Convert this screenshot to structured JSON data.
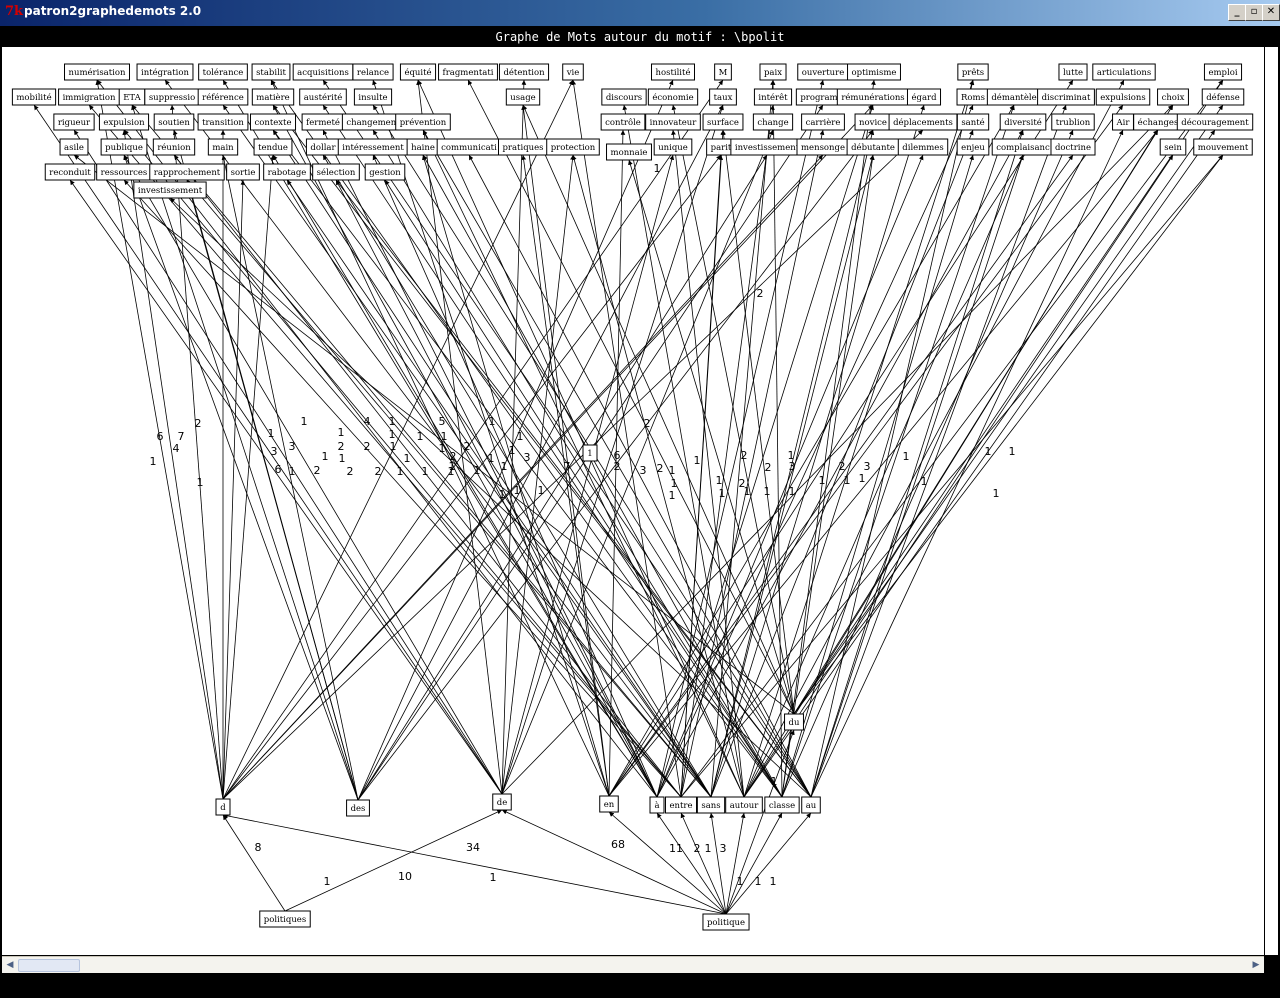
{
  "window": {
    "app_icon": "7k",
    "title": "patron2graphedemots 2.0",
    "minimize_icon": "minimize-icon",
    "maximize_icon": "maximize-icon",
    "close_icon": "close-icon",
    "graph_title": "Graphe de Mots autour du motif : \\bpolit"
  },
  "colors": {
    "titlebar_start": "#0a246a",
    "titlebar_end": "#a6caf0",
    "canvas": "#ffffff"
  },
  "nodes": [
    [
      "numérisation",
      95,
      72
    ],
    [
      "intégration",
      163,
      72
    ],
    [
      "tolérance",
      221,
      72
    ],
    [
      "stabilit",
      269,
      72
    ],
    [
      "acquisitions",
      321,
      72
    ],
    [
      "relance",
      371,
      72
    ],
    [
      "équité",
      416,
      72
    ],
    [
      "fragmentati",
      466,
      72
    ],
    [
      "détention",
      522,
      72
    ],
    [
      "vie",
      571,
      72
    ],
    [
      "hostilité",
      671,
      72
    ],
    [
      "M",
      721,
      72
    ],
    [
      "paix",
      771,
      72
    ],
    [
      "ouverture",
      821,
      72
    ],
    [
      "optimisme",
      872,
      72
    ],
    [
      "prêts",
      971,
      72
    ],
    [
      "lutte",
      1071,
      72
    ],
    [
      "articulations",
      1122,
      72
    ],
    [
      "emploi",
      1221,
      72
    ],
    [
      "mobilité",
      32,
      97
    ],
    [
      "immigration",
      87,
      97
    ],
    [
      "ETA",
      130,
      97
    ],
    [
      "suppressio",
      170,
      97
    ],
    [
      "référence",
      221,
      97
    ],
    [
      "matière",
      271,
      97
    ],
    [
      "austérité",
      321,
      97
    ],
    [
      "insulte",
      371,
      97
    ],
    [
      "usage",
      521,
      97
    ],
    [
      "discours",
      622,
      97
    ],
    [
      "économie",
      671,
      97
    ],
    [
      "taux",
      721,
      97
    ],
    [
      "intérêt",
      771,
      97
    ],
    [
      "programm",
      821,
      97
    ],
    [
      "rémunérations",
      871,
      97
    ],
    [
      "égard",
      922,
      97
    ],
    [
      "Roms",
      971,
      97
    ],
    [
      "démantèle",
      1012,
      97
    ],
    [
      "discriminat",
      1064,
      97
    ],
    [
      "expulsions",
      1121,
      97
    ],
    [
      "choix",
      1171,
      97
    ],
    [
      "défense",
      1221,
      97
    ],
    [
      "rigueur",
      72,
      122
    ],
    [
      "expulsion",
      122,
      122
    ],
    [
      "soutien",
      172,
      122
    ],
    [
      "transition",
      221,
      122
    ],
    [
      "contexte",
      271,
      122
    ],
    [
      "fermeté",
      321,
      122
    ],
    [
      "changement",
      371,
      122
    ],
    [
      "prévention",
      421,
      122
    ],
    [
      "contrôle",
      621,
      122
    ],
    [
      "innovateur",
      671,
      122
    ],
    [
      "surface",
      721,
      122
    ],
    [
      "change",
      771,
      122
    ],
    [
      "carrière",
      821,
      122
    ],
    [
      "novice",
      871,
      122
    ],
    [
      "déplacements",
      921,
      122
    ],
    [
      "santé",
      971,
      122
    ],
    [
      "diversité",
      1021,
      122
    ],
    [
      "trublion",
      1071,
      122
    ],
    [
      "Air",
      1121,
      122
    ],
    [
      "échanges",
      1156,
      122
    ],
    [
      "découragement",
      1213,
      122
    ],
    [
      "asile",
      72,
      147
    ],
    [
      "publique",
      122,
      147
    ],
    [
      "réunion",
      172,
      147
    ],
    [
      "main",
      221,
      147
    ],
    [
      "tendue",
      271,
      147
    ],
    [
      "dollar",
      321,
      147
    ],
    [
      "intéressement",
      371,
      147
    ],
    [
      "haine",
      421,
      147
    ],
    [
      "communicati",
      467,
      147
    ],
    [
      "pratiques",
      521,
      147
    ],
    [
      "protection",
      571,
      147
    ],
    [
      "monnaie",
      627,
      152
    ],
    [
      "unique",
      671,
      147
    ],
    [
      "parit",
      719,
      147
    ],
    [
      "investissement",
      765,
      147
    ],
    [
      "mensonge",
      821,
      147
    ],
    [
      "débutante",
      871,
      147
    ],
    [
      "dilemmes",
      921,
      147
    ],
    [
      "enjeu",
      971,
      147
    ],
    [
      "complaisanc",
      1021,
      147
    ],
    [
      "doctrine",
      1071,
      147
    ],
    [
      "sein",
      1171,
      147
    ],
    [
      "mouvement",
      1221,
      147
    ],
    [
      "reconduit",
      68,
      172
    ],
    [
      "ressources",
      122,
      172
    ],
    [
      "rapprochement",
      185,
      172
    ],
    [
      "sortie",
      241,
      172
    ],
    [
      "rabotage",
      285,
      172
    ],
    [
      "sélection",
      334,
      172
    ],
    [
      "gestion",
      383,
      172
    ],
    [
      "investissement",
      168,
      190
    ],
    [
      "1",
      588,
      453
    ],
    [
      "du",
      792,
      722
    ],
    [
      "d",
      221,
      807
    ],
    [
      "des",
      356,
      808
    ],
    [
      "de",
      500,
      802
    ],
    [
      "en",
      607,
      804
    ],
    [
      "à",
      655,
      805
    ],
    [
      "entre",
      679,
      805
    ],
    [
      "sans",
      709,
      805
    ],
    [
      "autour",
      742,
      805
    ],
    [
      "classe",
      780,
      805
    ],
    [
      "au",
      809,
      805
    ],
    [
      "politiques",
      283,
      919
    ],
    [
      "politique",
      724,
      922
    ]
  ],
  "edge_labels": [
    [
      "6",
      158,
      436
    ],
    [
      "7",
      179,
      436
    ],
    [
      "2",
      196,
      423
    ],
    [
      "1",
      151,
      461
    ],
    [
      "4",
      174,
      448
    ],
    [
      "1",
      198,
      482
    ],
    [
      "1",
      269,
      433
    ],
    [
      "3",
      272,
      451
    ],
    [
      "3",
      290,
      446
    ],
    [
      "6",
      276,
      469
    ],
    [
      "1",
      290,
      471
    ],
    [
      "2",
      315,
      470
    ],
    [
      "1",
      302,
      421
    ],
    [
      "1",
      339,
      432
    ],
    [
      "2",
      339,
      446
    ],
    [
      "1",
      323,
      456
    ],
    [
      "1",
      340,
      458
    ],
    [
      "2",
      348,
      471
    ],
    [
      "4",
      365,
      421
    ],
    [
      "2",
      365,
      446
    ],
    [
      "2",
      376,
      471
    ],
    [
      "1",
      390,
      421
    ],
    [
      "1",
      390,
      434
    ],
    [
      "1",
      391,
      446
    ],
    [
      "1",
      398,
      471
    ],
    [
      "1",
      418,
      436
    ],
    [
      "1",
      405,
      458
    ],
    [
      "1",
      423,
      471
    ],
    [
      "5",
      440,
      421
    ],
    [
      "1",
      442,
      436
    ],
    [
      "1",
      440,
      448
    ],
    [
      "2",
      451,
      456
    ],
    [
      "2",
      465,
      446
    ],
    [
      "1",
      449,
      471
    ],
    [
      "1",
      450,
      466
    ],
    [
      "1",
      475,
      470
    ],
    [
      "1",
      489,
      458
    ],
    [
      "1",
      502,
      466
    ],
    [
      "1",
      500,
      494
    ],
    [
      "1",
      515,
      490
    ],
    [
      "1",
      539,
      490
    ],
    [
      "1",
      490,
      421
    ],
    [
      "1",
      518,
      436
    ],
    [
      "1",
      510,
      450
    ],
    [
      "3",
      525,
      457
    ],
    [
      "7",
      565,
      466
    ],
    [
      "6",
      615,
      455
    ],
    [
      "2",
      615,
      466
    ],
    [
      "2",
      645,
      423
    ],
    [
      "3",
      641,
      470
    ],
    [
      "2",
      658,
      468
    ],
    [
      "1",
      670,
      470
    ],
    [
      "1",
      672,
      483
    ],
    [
      "1",
      670,
      495
    ],
    [
      "1",
      695,
      460
    ],
    [
      "2",
      742,
      455
    ],
    [
      "1",
      717,
      480
    ],
    [
      "1",
      720,
      493
    ],
    [
      "2",
      740,
      483
    ],
    [
      "1",
      745,
      491
    ],
    [
      "2",
      766,
      467
    ],
    [
      "1",
      765,
      491
    ],
    [
      "1",
      789,
      455
    ],
    [
      "3",
      790,
      466
    ],
    [
      "1",
      790,
      491
    ],
    [
      "1",
      820,
      480
    ],
    [
      "2",
      840,
      466
    ],
    [
      "1",
      845,
      480
    ],
    [
      "3",
      865,
      466
    ],
    [
      "1",
      860,
      478
    ],
    [
      "1",
      904,
      456
    ],
    [
      "1",
      922,
      481
    ],
    [
      "1",
      986,
      451
    ],
    [
      "1",
      1010,
      451
    ],
    [
      "1",
      994,
      493
    ],
    [
      "2",
      758,
      293
    ],
    [
      "1",
      655,
      168
    ],
    [
      "1",
      772,
      781
    ],
    [
      "8",
      256,
      847
    ],
    [
      "34",
      471,
      847
    ],
    [
      "68",
      616,
      844
    ],
    [
      "10",
      403,
      876
    ],
    [
      "1",
      325,
      881
    ],
    [
      "1",
      491,
      877
    ],
    [
      "11",
      674,
      848
    ],
    [
      "2",
      695,
      848
    ],
    [
      "1",
      706,
      848
    ],
    [
      "3",
      721,
      848
    ],
    [
      "1",
      738,
      881
    ],
    [
      "1",
      756,
      881
    ],
    [
      "1",
      771,
      881
    ]
  ]
}
